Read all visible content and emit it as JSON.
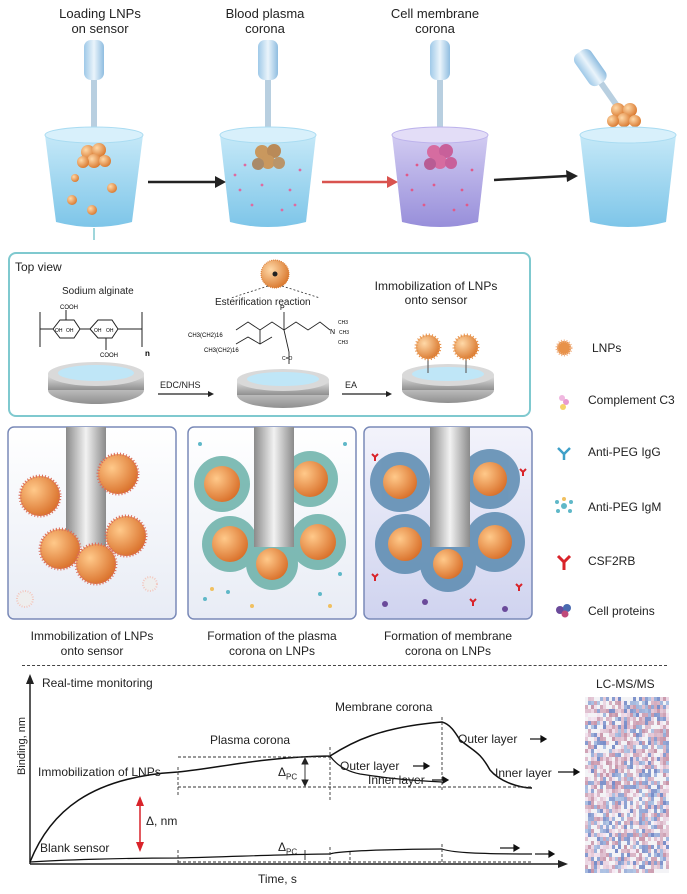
{
  "stages": [
    {
      "line1": "Loading LNPs",
      "line2": "on sensor"
    },
    {
      "line1": "Blood plasma",
      "line2": "corona"
    },
    {
      "line1": "Cell membrane",
      "line2": "corona"
    }
  ],
  "top_view": {
    "label": "Top view",
    "sodium_alginate": "Sodium alginate",
    "esterification": "Esterification reaction",
    "immobilization_line1": "Immobilization of LNPs",
    "immobilization_line2": "onto sensor",
    "edc_nhs": "EDC/NHS",
    "ea": "EA",
    "cooh_top": "COOH",
    "cooh_bottom": "COOH",
    "oh1": "OH",
    "oh2": "OH",
    "oh3": "OH",
    "oh4": "OH",
    "n": "n",
    "chem_chain1": "CH3(CH2)16",
    "chem_chain2": "CH3(CH2)16",
    "chem_n": "N",
    "chem_ch3_1": "CH3",
    "chem_ch3_2": "CH3",
    "chem_ch3_3": "CH3",
    "chem_p": "P",
    "chem_c": "C=O"
  },
  "legend": [
    {
      "label": "LNPs",
      "icon": "lnp-icon",
      "color": "#e8924a"
    },
    {
      "label": "Complement C3",
      "icon": "complement-c3-icon",
      "color": "#e89ad0"
    },
    {
      "label": "Anti-PEG IgG",
      "icon": "anti-peg-igg-icon",
      "color": "#3fa0c8"
    },
    {
      "label": "Anti-PEG IgM",
      "icon": "anti-peg-igm-icon",
      "color": "#5fb8c8"
    },
    {
      "label": "CSF2RB",
      "icon": "csf2rb-icon",
      "color": "#d9232a"
    },
    {
      "label": "Cell proteins",
      "icon": "cell-proteins-icon",
      "color": "#6a4a9a"
    }
  ],
  "panels": [
    {
      "line1": "Immobilization of LNPs",
      "line2": "onto sensor"
    },
    {
      "line1": "Formation of the plasma",
      "line2": "corona on LNPs"
    },
    {
      "line1": "Formation of membrane",
      "line2": "corona on LNPs"
    }
  ],
  "sensorgram": {
    "title": "Real-time monitoring",
    "ylabel": "Binding, nm",
    "xlabel": "Time, s",
    "immobilization": "Immobilization of LNPs",
    "plasma_corona": "Plasma corona",
    "membrane_corona": "Membrane corona",
    "outer_layer_1": "Outer layer",
    "inner_layer_1": "Inner layer",
    "outer_layer_2": "Outer layer",
    "inner_layer_2": "Inner layer",
    "blank_sensor": "Blank sensor",
    "delta": "Δ, nm",
    "delta_pc_1": "Δ",
    "delta_pc_sub_1": "PC",
    "delta_pc_2": "Δ",
    "delta_pc_sub_2": "PC",
    "lcms": "LC-MS/MS"
  },
  "colors": {
    "water": "#7fc6ea",
    "water_purple": "#9b90d8",
    "arrow_red": "#d9534f",
    "frame": "#7fc9cf",
    "panel_border": "#7a8ab8",
    "lnp": "#e8924a"
  }
}
